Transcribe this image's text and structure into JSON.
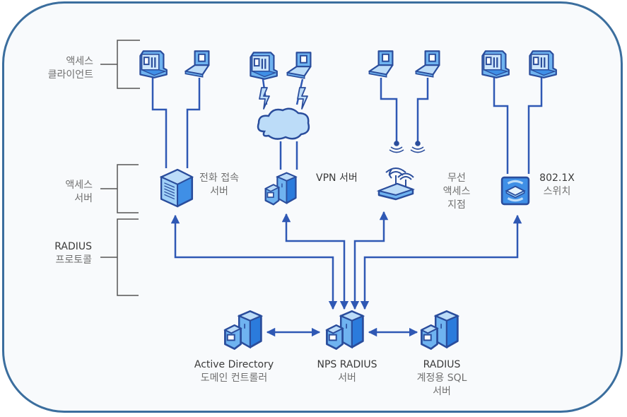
{
  "layers": {
    "access_clients": {
      "line1": "액세스",
      "line2": "클라이언트"
    },
    "access_servers": {
      "line1": "액세스",
      "line2": "서버"
    },
    "radius_protocol": {
      "line1": "RADIUS",
      "line2": "프로토콜"
    }
  },
  "servers": {
    "dialup": {
      "line1": "전화 접속",
      "line2": "서버"
    },
    "vpn": {
      "line1": "VPN 서버"
    },
    "wireless_ap": {
      "line1": "무선",
      "line2": "액세스",
      "line3": "지점"
    },
    "switch": {
      "line1": "802.1X",
      "line2": "스위치"
    }
  },
  "backend": {
    "active_directory": {
      "line1": "Active Directory",
      "line2": "도메인 컨트롤러"
    },
    "nps": {
      "line1": "NPS RADIUS",
      "line2": "서버"
    },
    "sql": {
      "line1": "RADIUS",
      "line2": "계정용 SQL",
      "line3": "서버"
    }
  },
  "colors": {
    "frame": "#3b6e9e",
    "line": "#2f58b4",
    "icon_stroke": "#2a4d9c",
    "icon_light": "#bcdcf8",
    "icon_mid": "#6fb3f0",
    "icon_dark": "#2b7bdc",
    "bracket": "#555555"
  }
}
